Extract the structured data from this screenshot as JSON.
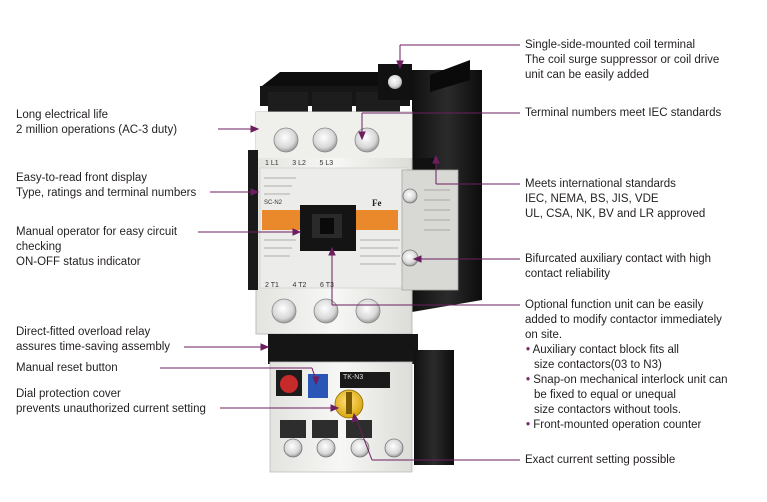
{
  "colors": {
    "leader_line": "#6d1e5f",
    "bullet": "#7b2a6e",
    "text": "#231f20",
    "body_light": "#f1f1ef",
    "body_dark": "#1c1c1c",
    "dial_yellow": "#f2c21a",
    "reset_blue": "#2a56b8",
    "red_button": "#c62a2a",
    "orange_plate": "#e9892b"
  },
  "left_callouts": [
    {
      "lines": [
        "Long electrical life",
        "2 million operations (AC-3 duty)"
      ]
    },
    {
      "lines": [
        "Easy-to-read front display",
        "Type, ratings and terminal numbers"
      ]
    },
    {
      "lines": [
        "Manual operator for easy circuit",
        "checking",
        "ON-OFF status indicator"
      ]
    },
    {
      "lines": [
        "Direct-fitted overload relay",
        "assures time-saving assembly"
      ]
    },
    {
      "lines": [
        "Manual reset button"
      ]
    },
    {
      "lines": [
        "Dial protection cover",
        "prevents unauthorized current setting"
      ]
    }
  ],
  "right_callouts": [
    {
      "lines": [
        "Single-side-mounted coil terminal",
        "The coil surge suppressor or coil drive",
        "unit can be easily added"
      ]
    },
    {
      "lines": [
        "Terminal numbers meet IEC standards"
      ]
    },
    {
      "lines": [
        "Meets international standards",
        "IEC, NEMA, BS, JIS, VDE",
        "UL, CSA, NK, BV and LR approved"
      ]
    },
    {
      "lines": [
        "Bifurcated auxiliary contact with high",
        "contact reliability"
      ]
    },
    {
      "lines": [
        "Optional function unit can be easily",
        "added to modify contactor immediately",
        "on site."
      ],
      "bullets": [
        {
          "lines": [
            "Auxiliary contact block fits all",
            "size contactors(03 to N3)"
          ]
        },
        {
          "lines": [
            "Snap-on mechanical interlock unit can",
            "be fixed to equal or unequal",
            "size contactors without tools."
          ]
        },
        {
          "lines": [
            "Front-mounted operation counter"
          ]
        }
      ]
    },
    {
      "lines": [
        "Exact current setting possible"
      ]
    }
  ],
  "product_markings": {
    "terminal_top": [
      "1 L1",
      "3 L2",
      "5 L3"
    ],
    "terminal_bottom": [
      "2 T1",
      "4 T2",
      "6 T3"
    ],
    "model": "SC-N2",
    "overload_model": "TK-N3",
    "brand_mark": "Fe"
  }
}
